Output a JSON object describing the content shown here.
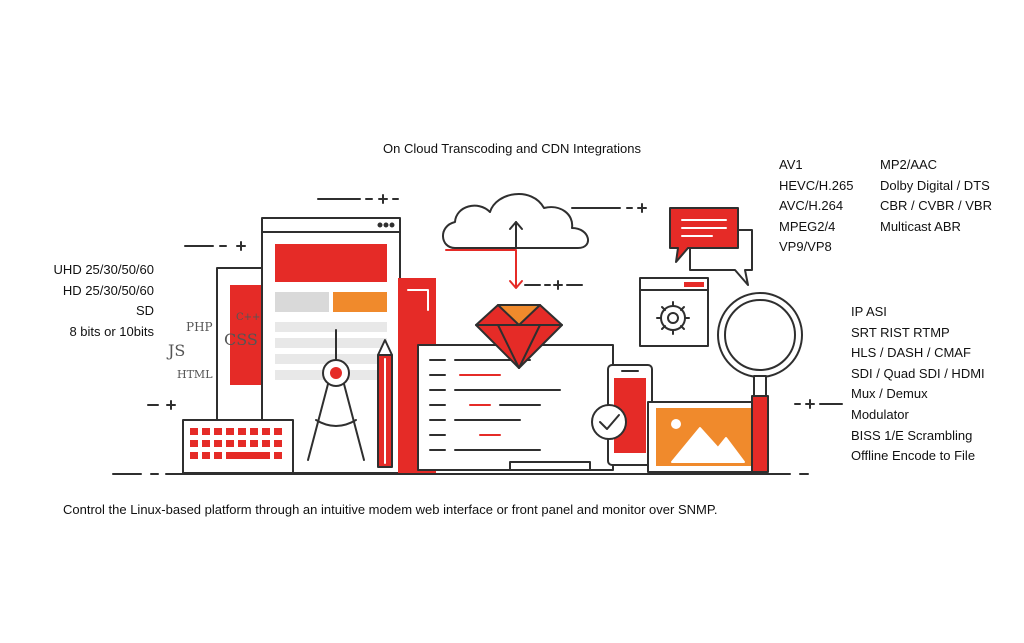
{
  "title": "On Cloud Transcoding and CDN Integrations",
  "footer": "Control the Linux-based platform through an intuitive modem web interface or front panel and monitor over SNMP.",
  "resolutions": [
    "UHD 25/30/50/60",
    "HD 25/30/50/60",
    "SD",
    "8 bits or 10bits"
  ],
  "video_codecs": [
    "AV1",
    "HEVC/H.265",
    "AVC/H.264",
    "MPEG2/4",
    "VP9/VP8"
  ],
  "audio_rates": [
    "MP2/AAC",
    "Dolby Digital / DTS",
    "CBR / CVBR / VBR",
    "Multicast ABR"
  ],
  "io_features": [
    "IP ASI",
    "SRT RIST RTMP",
    "HLS / DASH / CMAF",
    "SDI / Quad SDI / HDMI",
    "Mux / Demux",
    "Modulator",
    "BISS 1/E Scrambling",
    "Offline Encode to File"
  ],
  "code_labels": {
    "php": "PHP",
    "js": "JS",
    "css": "CSS",
    "cpp": "C++",
    "html": "HTML"
  },
  "colors": {
    "accent": "#e52b27",
    "orange": "#f08a2c",
    "outline": "#2f2f2f",
    "gray": "#d9d9d9"
  },
  "icons": [
    "cloud-icon",
    "ruby-gem-icon",
    "gear-icon",
    "chat-bubbles-icon",
    "magnifier-icon",
    "checkmark-icon",
    "image-icon",
    "compass-icon",
    "pencil-icon",
    "keyboard-icon"
  ]
}
